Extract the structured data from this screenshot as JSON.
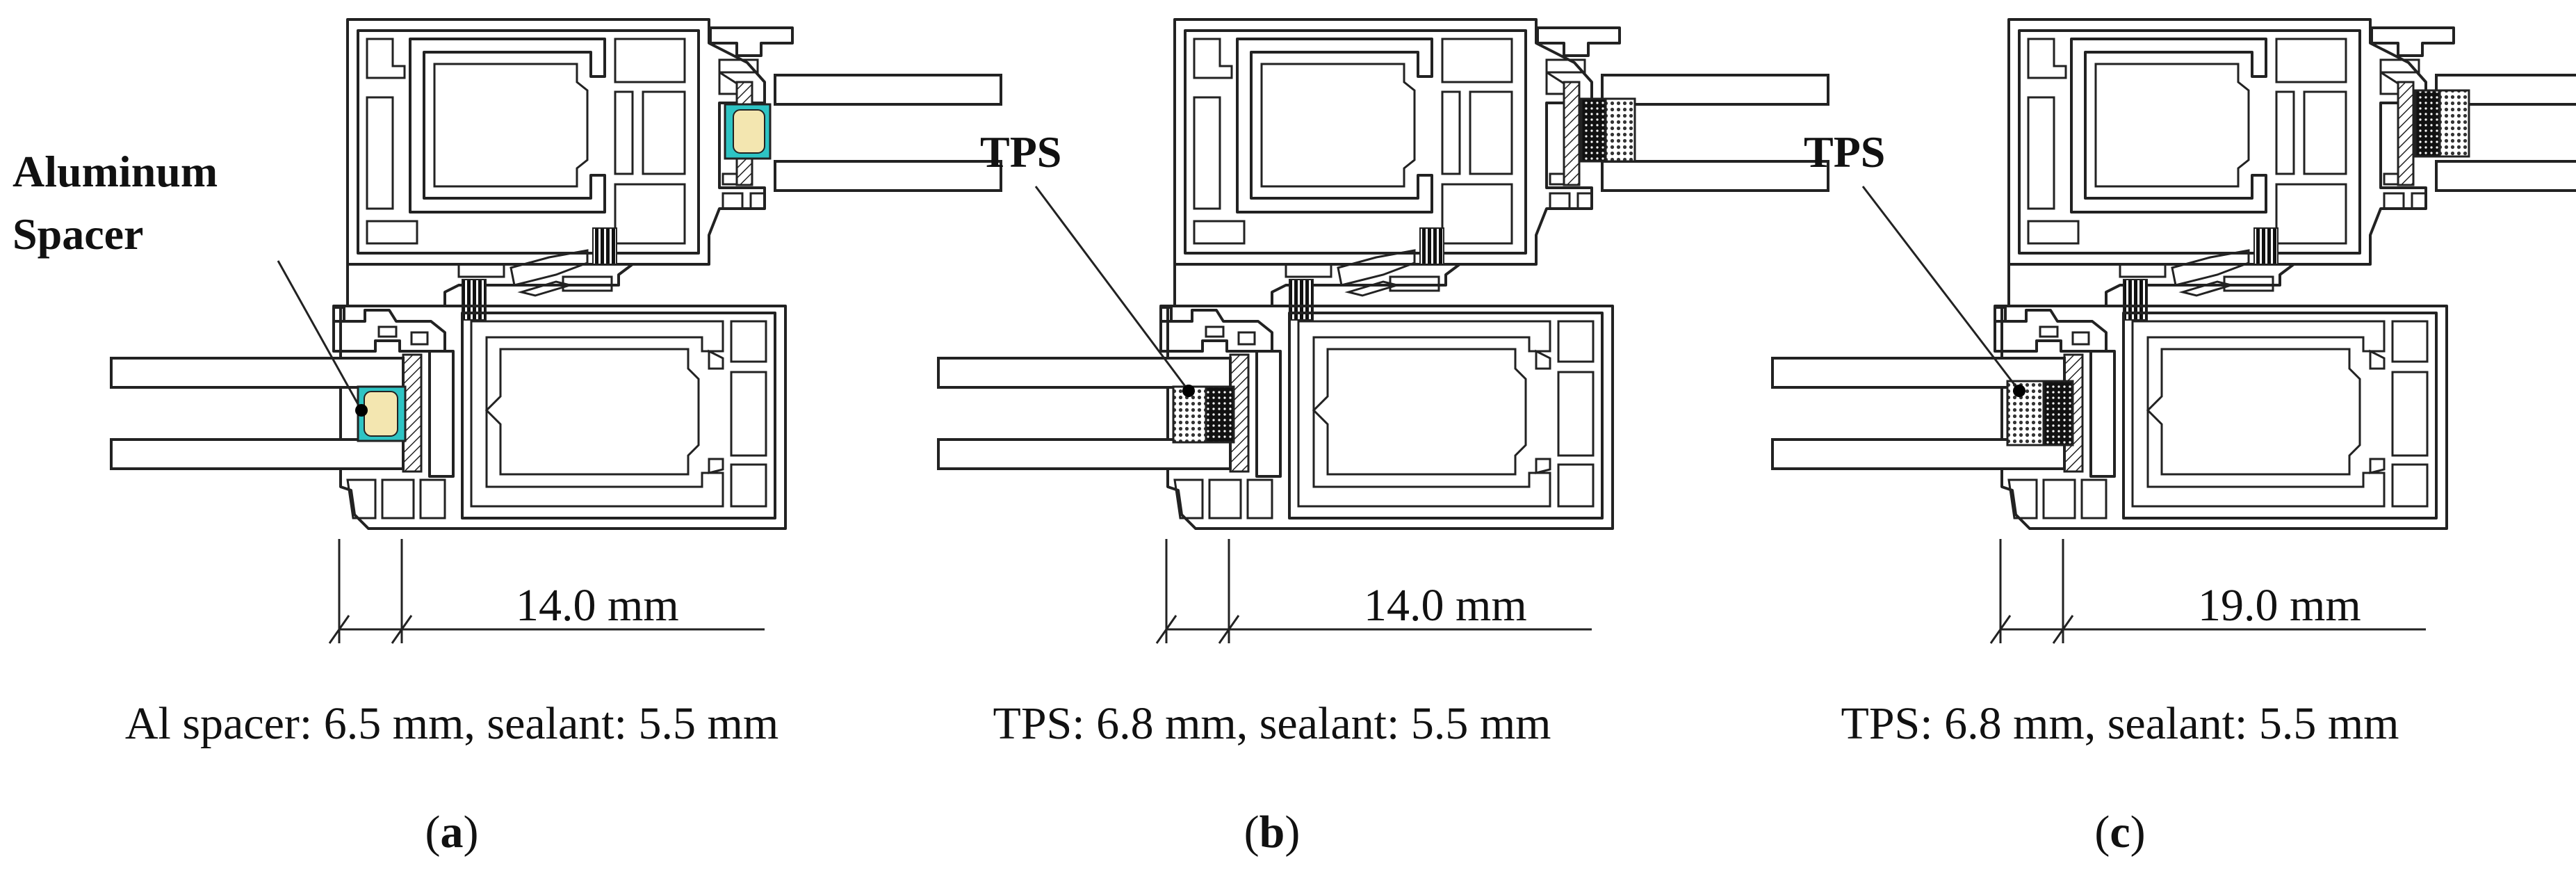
{
  "panels": [
    {
      "id": "a",
      "callout": [
        "Aluminum",
        "Spacer"
      ],
      "dimension": "14.0 mm",
      "caption": "Al spacer: 6.5 mm, sealant: 5.5 mm",
      "sublabel_letter": "a",
      "spacer": "aluminum"
    },
    {
      "id": "b",
      "callout": [
        "TPS"
      ],
      "dimension": "14.0 mm",
      "caption": "TPS: 6.8 mm, sealant: 5.5 mm",
      "sublabel_letter": "b",
      "spacer": "tps"
    },
    {
      "id": "c",
      "callout": [
        "TPS"
      ],
      "dimension": "19.0 mm",
      "caption": "TPS: 6.8 mm, sealant: 5.5 mm",
      "sublabel_letter": "c",
      "spacer": "tps"
    }
  ],
  "sublabel_open": "(",
  "sublabel_close": ")",
  "colors": {
    "spacer_fill": "#f3e6b0",
    "spacer_outline": "#2ec4c4",
    "line": "#222222",
    "tps_core": "#111111"
  }
}
